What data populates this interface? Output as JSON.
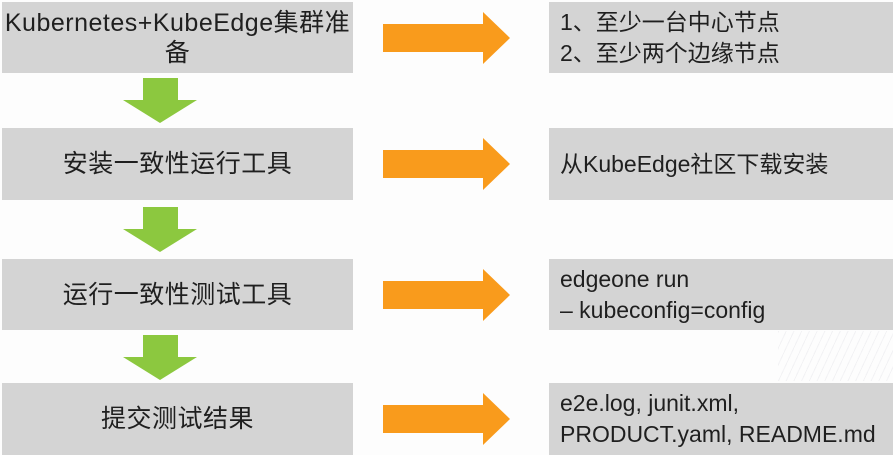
{
  "colors": {
    "box_background": "#d4d4d4",
    "arrow_orange": "#f99b1c",
    "arrow_green": "#8cc83f",
    "text": "#1f1f1f",
    "page_background": "#fdfdfd"
  },
  "icons": {
    "right_arrow": "orange-right-arrow",
    "down_arrow": "green-down-arrow"
  },
  "flow": {
    "rows": [
      {
        "step": "Kubernetes+KubeEdge集群准备",
        "detail_lines": [
          "1、至少一台中心节点",
          "2、至少两个边缘节点"
        ]
      },
      {
        "step": "安装一致性运行工具",
        "detail_lines": [
          "从KubeEdge社区下载安装"
        ]
      },
      {
        "step": "运行一致性测试工具",
        "detail_lines": [
          "edgeone run",
          "– kubeconfig=config"
        ]
      },
      {
        "step": "提交测试结果",
        "detail_lines": [
          "e2e.log, junit.xml,",
          "PRODUCT.yaml, README.md"
        ]
      }
    ]
  }
}
